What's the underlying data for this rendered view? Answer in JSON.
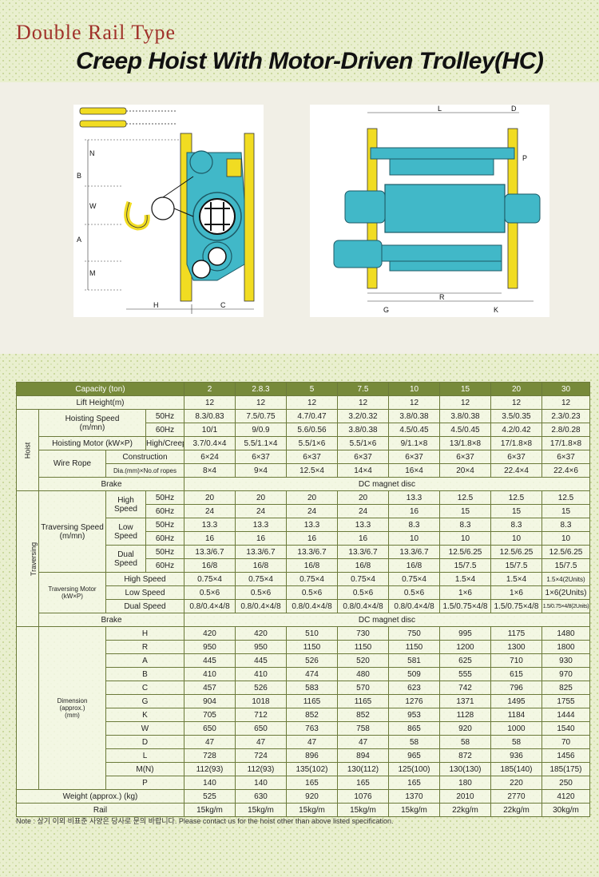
{
  "header": {
    "type_label": "Double Rail Type",
    "product_title": "Creep Hoist With Motor-Driven Trolley(HC)"
  },
  "diagram_labels": {
    "left": [
      "N",
      "B",
      "W",
      "A",
      "M",
      "H",
      "C"
    ],
    "right": [
      "L",
      "D",
      "P",
      "R",
      "G",
      "K"
    ]
  },
  "table": {
    "capacity_label": "Capacity (ton)",
    "capacities": [
      "2",
      "2.8.3",
      "5",
      "7.5",
      "10",
      "15",
      "20",
      "30"
    ],
    "groups": {
      "hoist": "Hoist",
      "traversing": "Traversing",
      "dimension": "Dimension\n(approx.)\n(mm)"
    },
    "lift_height": {
      "label": "Lift Height(m)",
      "values": [
        "12",
        "12",
        "12",
        "12",
        "12",
        "12",
        "12",
        "12"
      ]
    },
    "hoisting_speed": {
      "label": "Hoisting Speed\n(m/mn)",
      "hz50": "50Hz",
      "hz60": "60Hz",
      "v50": [
        "8.3/0.83",
        "7.5/0.75",
        "4.7/0.47",
        "3.2/0.32",
        "3.8/0.38",
        "3.8/0.38",
        "3.5/0.35",
        "2.3/0.23"
      ],
      "v60": [
        "10/1",
        "9/0.9",
        "5.6/0.56",
        "3.8/0.38",
        "4.5/0.45",
        "4.5/0.45",
        "4.2/0.42",
        "2.8/0.28"
      ]
    },
    "hoisting_motor": {
      "label": "Hoisting Motor (kW×P)",
      "sub": "High/Creep",
      "values": [
        "3.7/0.4×4",
        "5.5/1.1×4",
        "5.5/1×6",
        "5.5/1×6",
        "9/1.1×8",
        "13/1.8×8",
        "17/1.8×8",
        "17/1.8×8"
      ]
    },
    "wire_rope": {
      "label": "Wire Rope",
      "construction_label": "Construction",
      "construction": [
        "6×24",
        "6×37",
        "6×37",
        "6×37",
        "6×37",
        "6×37",
        "6×37",
        "6×37"
      ],
      "dia_label": "Dia.(mm)×No.of ropes",
      "dia": [
        "8×4",
        "9×4",
        "12.5×4",
        "14×4",
        "16×4",
        "20×4",
        "22.4×4",
        "22.4×6"
      ]
    },
    "brake_label": "Brake",
    "brake_value": "DC magnet disc",
    "traversing_speed": {
      "label": "Traversing Speed\n(m/mn)",
      "high": "High\nSpeed",
      "low": "Low\nSpeed",
      "dual": "Dual\nSpeed",
      "hz50": "50Hz",
      "hz60": "60Hz",
      "high50": [
        "20",
        "20",
        "20",
        "20",
        "13.3",
        "12.5",
        "12.5",
        "12.5"
      ],
      "high60": [
        "24",
        "24",
        "24",
        "24",
        "16",
        "15",
        "15",
        "15"
      ],
      "low50": [
        "13.3",
        "13.3",
        "13.3",
        "13.3",
        "8.3",
        "8.3",
        "8.3",
        "8.3"
      ],
      "low60": [
        "16",
        "16",
        "16",
        "16",
        "10",
        "10",
        "10",
        "10"
      ],
      "dual50": [
        "13.3/6.7",
        "13.3/6.7",
        "13.3/6.7",
        "13.3/6.7",
        "13.3/6.7",
        "12.5/6.25",
        "12.5/6.25",
        "12.5/6.25"
      ],
      "dual60": [
        "16/8",
        "16/8",
        "16/8",
        "16/8",
        "16/8",
        "15/7.5",
        "15/7.5",
        "15/7.5"
      ]
    },
    "traversing_motor": {
      "label": "Traversing Motor\n(kW×P)",
      "high_label": "High Speed",
      "low_label": "Low Speed",
      "dual_label": "Dual Speed",
      "high": [
        "0.75×4",
        "0.75×4",
        "0.75×4",
        "0.75×4",
        "0.75×4",
        "1.5×4",
        "1.5×4",
        "1.5×4(2Units)"
      ],
      "low": [
        "0.5×6",
        "0.5×6",
        "0.5×6",
        "0.5×6",
        "0.5×6",
        "1×6",
        "1×6",
        "1×6(2Units)"
      ],
      "dual": [
        "0.8/0.4×4/8",
        "0.8/0.4×4/8",
        "0.8/0.4×4/8",
        "0.8/0.4×4/8",
        "0.8/0.4×4/8",
        "1.5/0.75×4/8",
        "1.5/0.75×4/8",
        "1.5/0.75×4/8(2Units)"
      ]
    },
    "dimensions": [
      {
        "key": "H",
        "values": [
          "420",
          "420",
          "510",
          "730",
          "750",
          "995",
          "1175",
          "1480"
        ]
      },
      {
        "key": "R",
        "values": [
          "950",
          "950",
          "1150",
          "1150",
          "1150",
          "1200",
          "1300",
          "1800"
        ]
      },
      {
        "key": "A",
        "values": [
          "445",
          "445",
          "526",
          "520",
          "581",
          "625",
          "710",
          "930"
        ]
      },
      {
        "key": "B",
        "values": [
          "410",
          "410",
          "474",
          "480",
          "509",
          "555",
          "615",
          "970"
        ]
      },
      {
        "key": "C",
        "values": [
          "457",
          "526",
          "583",
          "570",
          "623",
          "742",
          "796",
          "825"
        ]
      },
      {
        "key": "G",
        "values": [
          "904",
          "1018",
          "1165",
          "1165",
          "1276",
          "1371",
          "1495",
          "1755"
        ]
      },
      {
        "key": "K",
        "values": [
          "705",
          "712",
          "852",
          "852",
          "953",
          "1128",
          "1184",
          "1444"
        ]
      },
      {
        "key": "W",
        "values": [
          "650",
          "650",
          "763",
          "758",
          "865",
          "920",
          "1000",
          "1540"
        ]
      },
      {
        "key": "D",
        "values": [
          "47",
          "47",
          "47",
          "47",
          "58",
          "58",
          "58",
          "70"
        ]
      },
      {
        "key": "L",
        "values": [
          "728",
          "724",
          "896",
          "894",
          "965",
          "872",
          "936",
          "1456"
        ]
      },
      {
        "key": "M(N)",
        "values": [
          "112(93)",
          "112(93)",
          "135(102)",
          "130(112)",
          "125(100)",
          "130(130)",
          "185(140)",
          "185(175)"
        ]
      },
      {
        "key": "P",
        "values": [
          "140",
          "140",
          "165",
          "165",
          "165",
          "180",
          "220",
          "250"
        ]
      }
    ],
    "weight": {
      "label": "Weight (approx.) (kg)",
      "values": [
        "525",
        "630",
        "920",
        "1076",
        "1370",
        "2010",
        "2770",
        "4120"
      ]
    },
    "rail": {
      "label": "Rail",
      "values": [
        "15kg/m",
        "15kg/m",
        "15kg/m",
        "15kg/m",
        "15kg/m",
        "22kg/m",
        "22kg/m",
        "30kg/m"
      ]
    }
  },
  "note": "Note : 상기 이외 비표준 사양은 당사로 문의 바랍니다. Please contact us for the hoist other than above listed specification.",
  "colors": {
    "machine_blue": "#41b8c8",
    "rail_yellow": "#f1dc22",
    "header_green": "#778a3a"
  }
}
